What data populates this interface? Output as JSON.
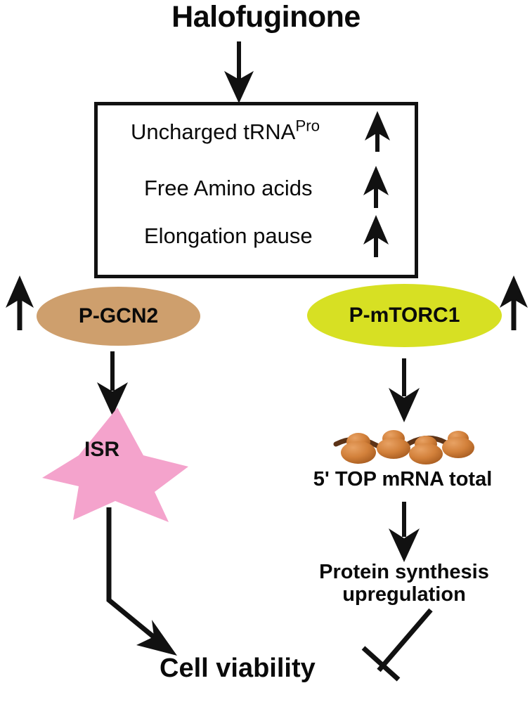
{
  "title": {
    "text": "Halofuginone"
  },
  "stimulus_box": {
    "lines": [
      {
        "text": "Uncharged tRNA",
        "superscript": "Pro",
        "indicator": "up-arrow"
      },
      {
        "text": "Free Amino acids",
        "superscript": "",
        "indicator": "up-arrow"
      },
      {
        "text": "Elongation pause",
        "superscript": "",
        "indicator": "up-arrow"
      }
    ]
  },
  "left_branch": {
    "kinase_label": "P-GCN2",
    "kinase_color": "#CE9F6D",
    "kinase_indicator": "up-arrow",
    "effector_label": "ISR",
    "effector_color": "#F4A3CC",
    "outcome_relation": "activates"
  },
  "right_branch": {
    "kinase_label": "P-mTORC1",
    "kinase_color": "#D7E023",
    "kinase_indicator": "up-arrow",
    "mrna_label": "5' TOP mRNA total",
    "ribosome_color": "#D2803A",
    "mrna_strand_color": "#5C3317",
    "ribosome_count": 4,
    "protein_label_line1": "Protein synthesis",
    "protein_label_line2": "upregulation",
    "outcome_relation": "inhibits"
  },
  "outcome": {
    "label": "Cell viability"
  },
  "style": {
    "stroke_color": "#111111",
    "background": "#FFFFFF"
  }
}
